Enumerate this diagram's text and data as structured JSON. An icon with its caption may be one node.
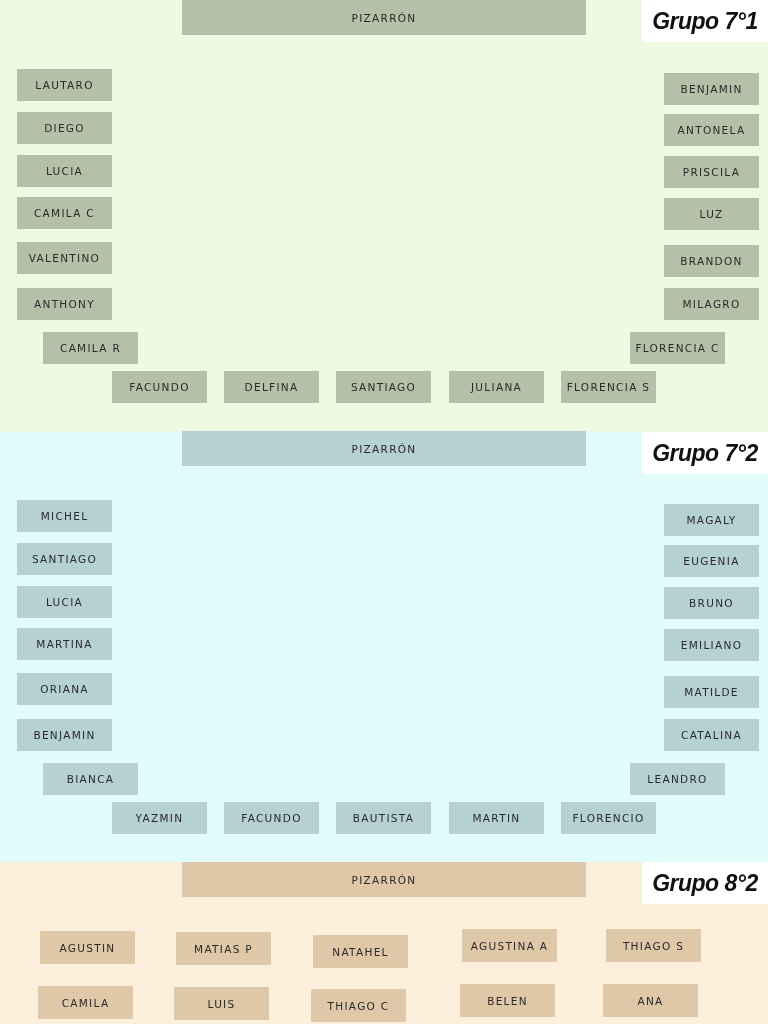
{
  "diagram": {
    "nodes": [
      {
        "text": [
          "Grupo 7°1"
        ]
      },
      {
        "text": [
          "PIZARRÓN"
        ],
        "in": 0
      },
      {
        "text": [
          "LAUTARO"
        ],
        "in": 0
      },
      {
        "text": [
          "BENJAMIN"
        ],
        "in": 0
      },
      {
        "text": [
          "DIEGO"
        ],
        "in": 0
      },
      {
        "text": [
          "ANTONELA"
        ],
        "in": 0
      },
      {
        "text": [
          "LUCIA"
        ],
        "in": 0
      },
      {
        "text": [
          "PRISCILA"
        ],
        "in": 0
      },
      {
        "text": [
          "CAMILA C"
        ],
        "in": 0
      },
      {
        "text": [
          "LUZ"
        ],
        "in": 0
      },
      {
        "text": [
          "VALENTINO"
        ],
        "in": 0
      },
      {
        "text": [
          "BRANDON"
        ],
        "in": 0
      },
      {
        "text": [
          "ANTHONY"
        ],
        "in": 0
      },
      {
        "text": [
          "MILAGRO"
        ],
        "in": 0
      },
      {
        "text": [
          "CAMILA R"
        ],
        "in": 0
      },
      {
        "text": [
          "FLORENCIA C"
        ],
        "in": 0
      },
      {
        "text": [
          "FACUNDO"
        ],
        "in": 0
      },
      {
        "text": [
          "DELFINA"
        ],
        "in": 0
      },
      {
        "text": [
          "SANTIAGO"
        ],
        "in": 0
      },
      {
        "text": [
          "JULIANA"
        ],
        "in": 0
      },
      {
        "text": [
          "FLORENCIA S"
        ],
        "in": 0
      },
      {
        "text": [
          "Grupo 7°2"
        ]
      },
      {
        "text": [
          "PIZARRÓN"
        ],
        "in": 21
      },
      {
        "text": [
          "MICHEL"
        ],
        "in": 21
      },
      {
        "text": [
          "MAGALY"
        ],
        "in": 21
      },
      {
        "text": [
          "SANTIAGO"
        ],
        "in": 21
      },
      {
        "text": [
          "EUGENIA"
        ],
        "in": 21
      },
      {
        "text": [
          "LUCIA"
        ],
        "in": 21
      },
      {
        "text": [
          "BRUNO"
        ],
        "in": 21
      },
      {
        "text": [
          "MARTINA"
        ],
        "in": 21
      },
      {
        "text": [
          "EMILIANO"
        ],
        "in": 21
      },
      {
        "text": [
          "ORIANA"
        ],
        "in": 21
      },
      {
        "text": [
          "MATILDE"
        ],
        "in": 21
      },
      {
        "text": [
          "BENJAMIN"
        ],
        "in": 21
      },
      {
        "text": [
          "CATALINA"
        ],
        "in": 21
      },
      {
        "text": [
          "BIANCA"
        ],
        "in": 21
      },
      {
        "text": [
          "LEANDRO"
        ],
        "in": 21
      },
      {
        "text": [
          "YAZMIN"
        ],
        "in": 21
      },
      {
        "text": [
          "FACUNDO"
        ],
        "in": 21
      },
      {
        "text": [
          "BAUTISTA"
        ],
        "in": 21
      },
      {
        "text": [
          "MARTIN"
        ],
        "in": 21
      },
      {
        "text": [
          "FLORENCIO"
        ],
        "in": 21
      },
      {
        "text": [
          "Grupo 8°2"
        ]
      },
      {
        "text": [
          "PIZARRÓN"
        ],
        "in": 42
      },
      {
        "text": [
          "AGUSTIN"
        ],
        "in": 42
      },
      {
        "text": [
          "MATIAS P"
        ],
        "in": 42
      },
      {
        "text": [
          "NATAHEL"
        ],
        "in": 42
      },
      {
        "text": [
          "AGUSTINA A"
        ],
        "in": 42
      },
      {
        "text": [
          "THIAGO S"
        ],
        "in": 42
      },
      {
        "text": [
          "CAMILA"
        ],
        "in": 42
      },
      {
        "text": [
          "LUIS"
        ],
        "in": 42
      },
      {
        "text": [
          "THIAGO C"
        ],
        "in": 42
      },
      {
        "text": [
          "BELEN"
        ],
        "in": 42
      },
      {
        "text": [
          "ANA"
        ],
        "in": 42
      }
    ]
  }
}
